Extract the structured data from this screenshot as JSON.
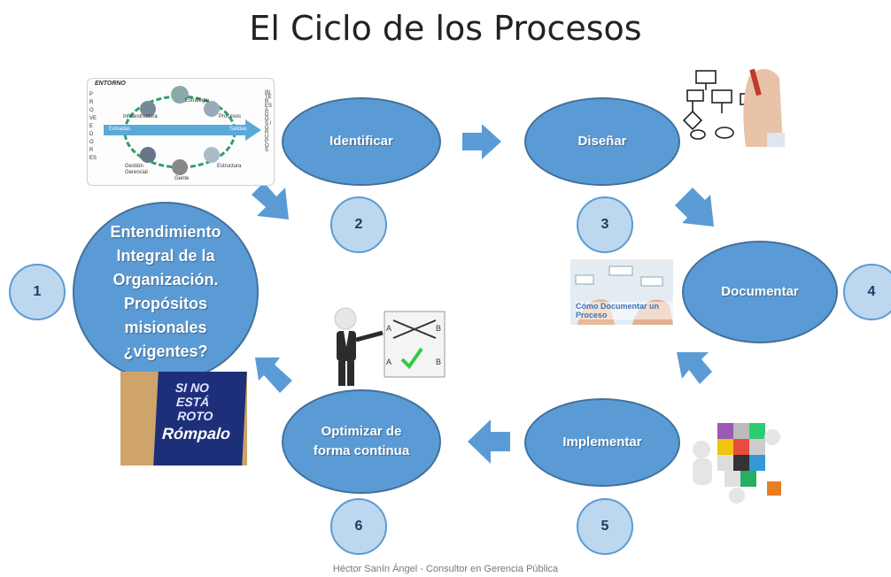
{
  "title": "El Ciclo de los Procesos",
  "steps": {
    "s1": {
      "label": "Entendimiento Integral de la Organización. Propósitos misionales ¿vigentes?",
      "number": "1"
    },
    "s2": {
      "label": "Identificar",
      "number": "2"
    },
    "s3": {
      "label": "Diseñar",
      "number": "3"
    },
    "s4": {
      "label": "Documentar",
      "number": "4"
    },
    "s5": {
      "label": "Implementar",
      "number": "5"
    },
    "s6": {
      "label": "Optimizar de forma continua",
      "number": "6"
    }
  },
  "images": {
    "entorno": {
      "heading": "ENTORNO",
      "left_vertical": "PROVEEDORES",
      "right_vertical": "INTERESADOS / GRUPOS",
      "labels": [
        "Estrategia",
        "Infraestructura",
        "Procesos",
        "Entradas",
        "Salidas",
        "Gestión Gerencial",
        "Estructura",
        "Gente"
      ]
    },
    "book": {
      "lines": [
        "SI NO",
        "ESTÁ",
        "ROTO",
        "Rómpalo"
      ]
    },
    "documentar_img": {
      "caption": "Cómo Documentar un Proceso"
    },
    "options": {
      "a": "A",
      "b": "B"
    }
  },
  "footer": "Héctor Sanín Ángel - Consultor en Gerencia Pública",
  "colors": {
    "ellipse": "#5b9bd5",
    "ellipse_border": "#41719c",
    "circle": "#bdd7ee"
  }
}
